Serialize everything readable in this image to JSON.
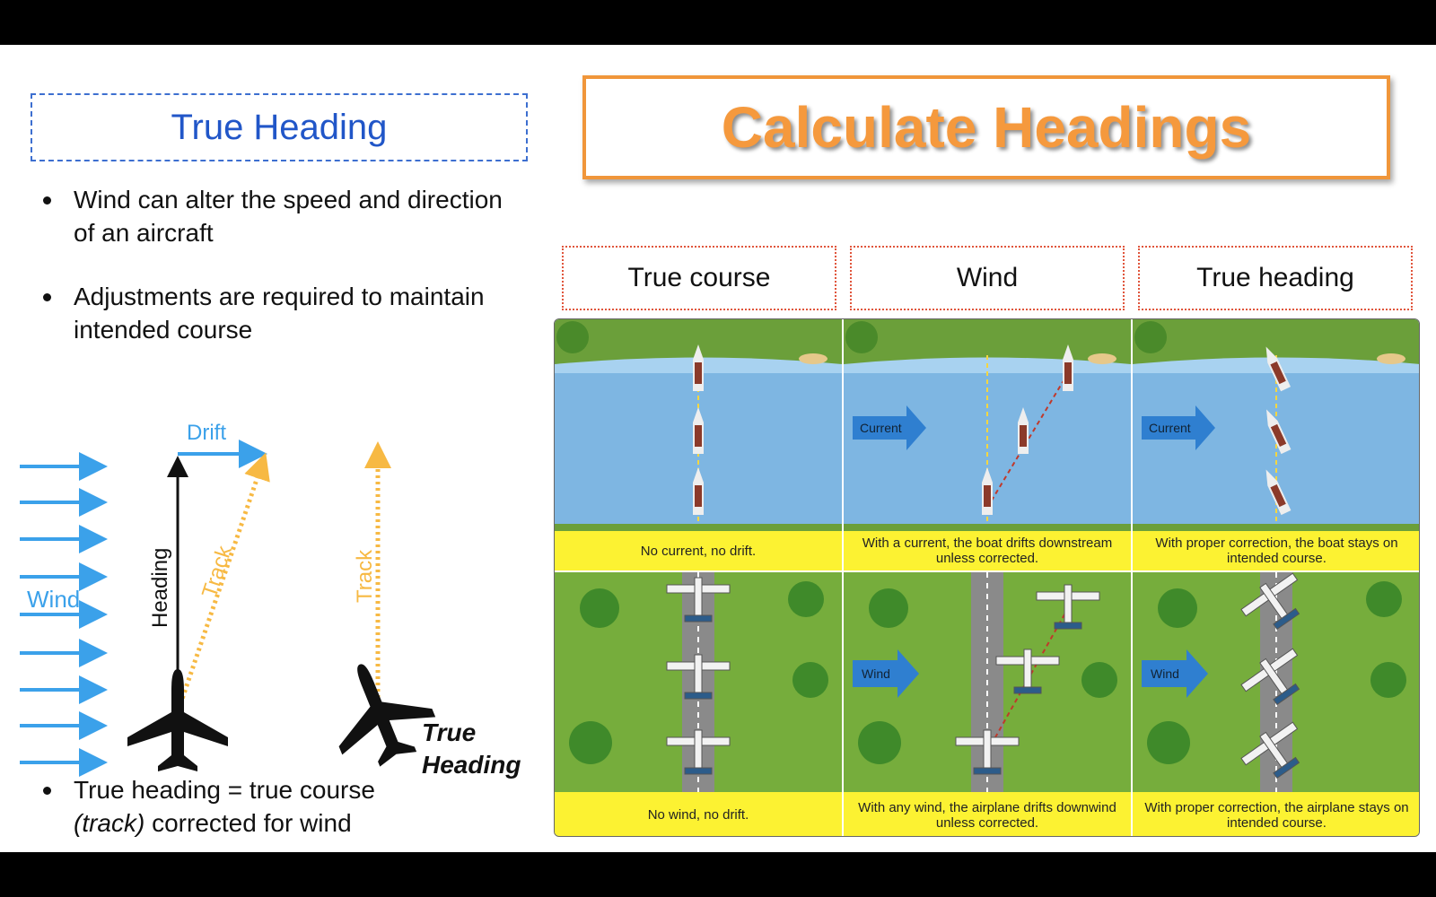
{
  "left": {
    "title": "True Heading",
    "bullets": [
      "Wind can alter the speed and direction of an aircraft",
      "Adjustments are required to maintain intended course"
    ],
    "bottom_bullet": {
      "prefix": "True heading = true course",
      "italic": "(track)",
      "suffix": " corrected for wind"
    },
    "diagram": {
      "wind_label": "Wind",
      "drift_label": "Drift",
      "heading_label": "Heading",
      "track_label_1": "Track",
      "track_label_2": "Track",
      "true_heading_line1": "True",
      "true_heading_line2": "Heading",
      "colors": {
        "wind": "#3ba1ea",
        "track": "#f7b943",
        "heading": "#111111"
      }
    }
  },
  "right": {
    "title": "Calculate Headings",
    "title_color": "#f5993d",
    "columns": [
      "True course",
      "Wind",
      "True heading"
    ],
    "boat_captions": [
      "No current, no drift.",
      "With a current, the boat drifts downstream unless corrected.",
      "With proper correction, the boat stays on intended course."
    ],
    "plane_captions": [
      "No wind, no drift.",
      "With any wind, the airplane drifts downwind unless corrected.",
      "With proper correction, the airplane stays on intended course."
    ],
    "current_label": "Current",
    "wind_label": "Wind",
    "caption_color": "#fcf232"
  }
}
